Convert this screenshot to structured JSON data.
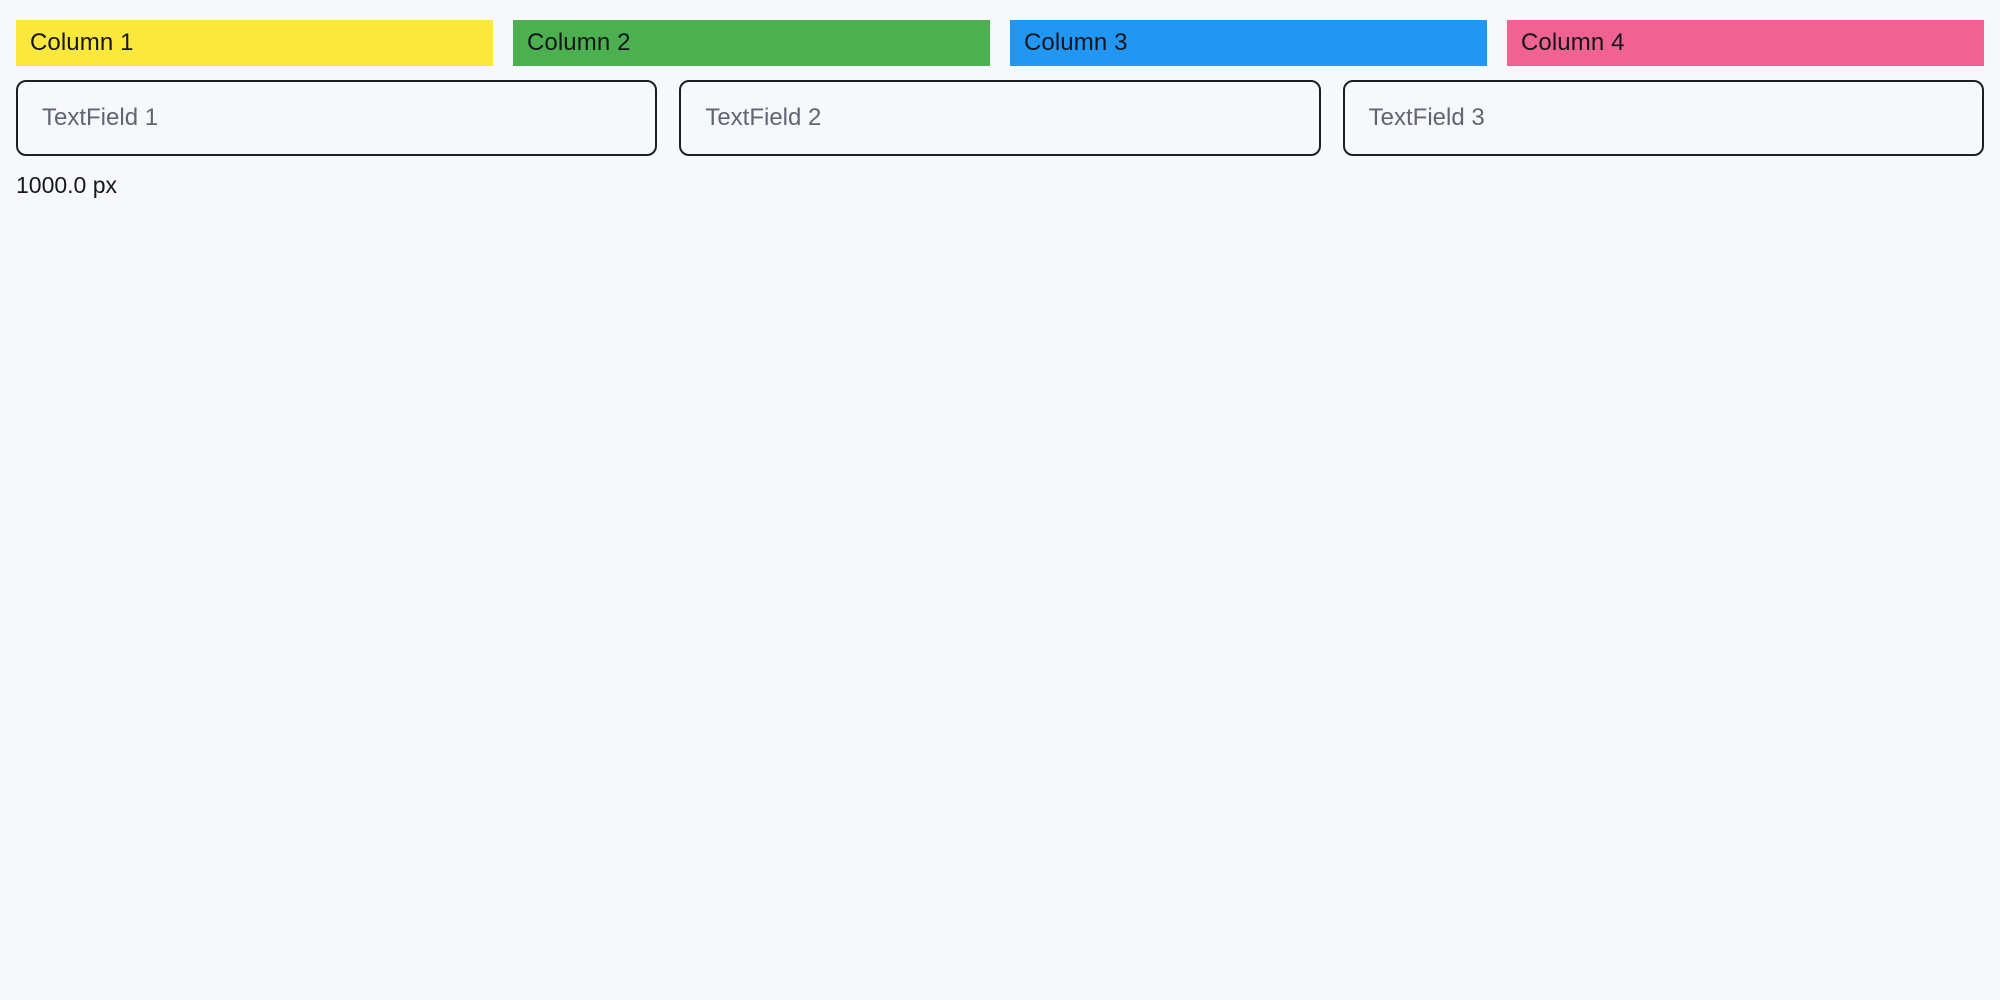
{
  "page": {
    "background_color": "#f7f8fc"
  },
  "columns_row": {
    "items": [
      {
        "label": "Column 1",
        "color": "#fae83c",
        "text_color": "#15161c"
      },
      {
        "label": "Column 2",
        "color": "#4caf50",
        "text_color": "#15161c"
      },
      {
        "label": "Column 3",
        "color": "#2196f3",
        "text_color": "#15161c"
      },
      {
        "label": "Column 4",
        "color": "#f06292",
        "text_color": "#15161c"
      }
    ]
  },
  "fields_row": {
    "items": [
      {
        "placeholder": "TextField 1",
        "value": ""
      },
      {
        "placeholder": "TextField 2",
        "value": ""
      },
      {
        "placeholder": "TextField 3",
        "value": ""
      }
    ],
    "border_color": "#1d1f26",
    "placeholder_color": "#5f6673"
  },
  "size_readout": {
    "text": "1000.0 px"
  }
}
